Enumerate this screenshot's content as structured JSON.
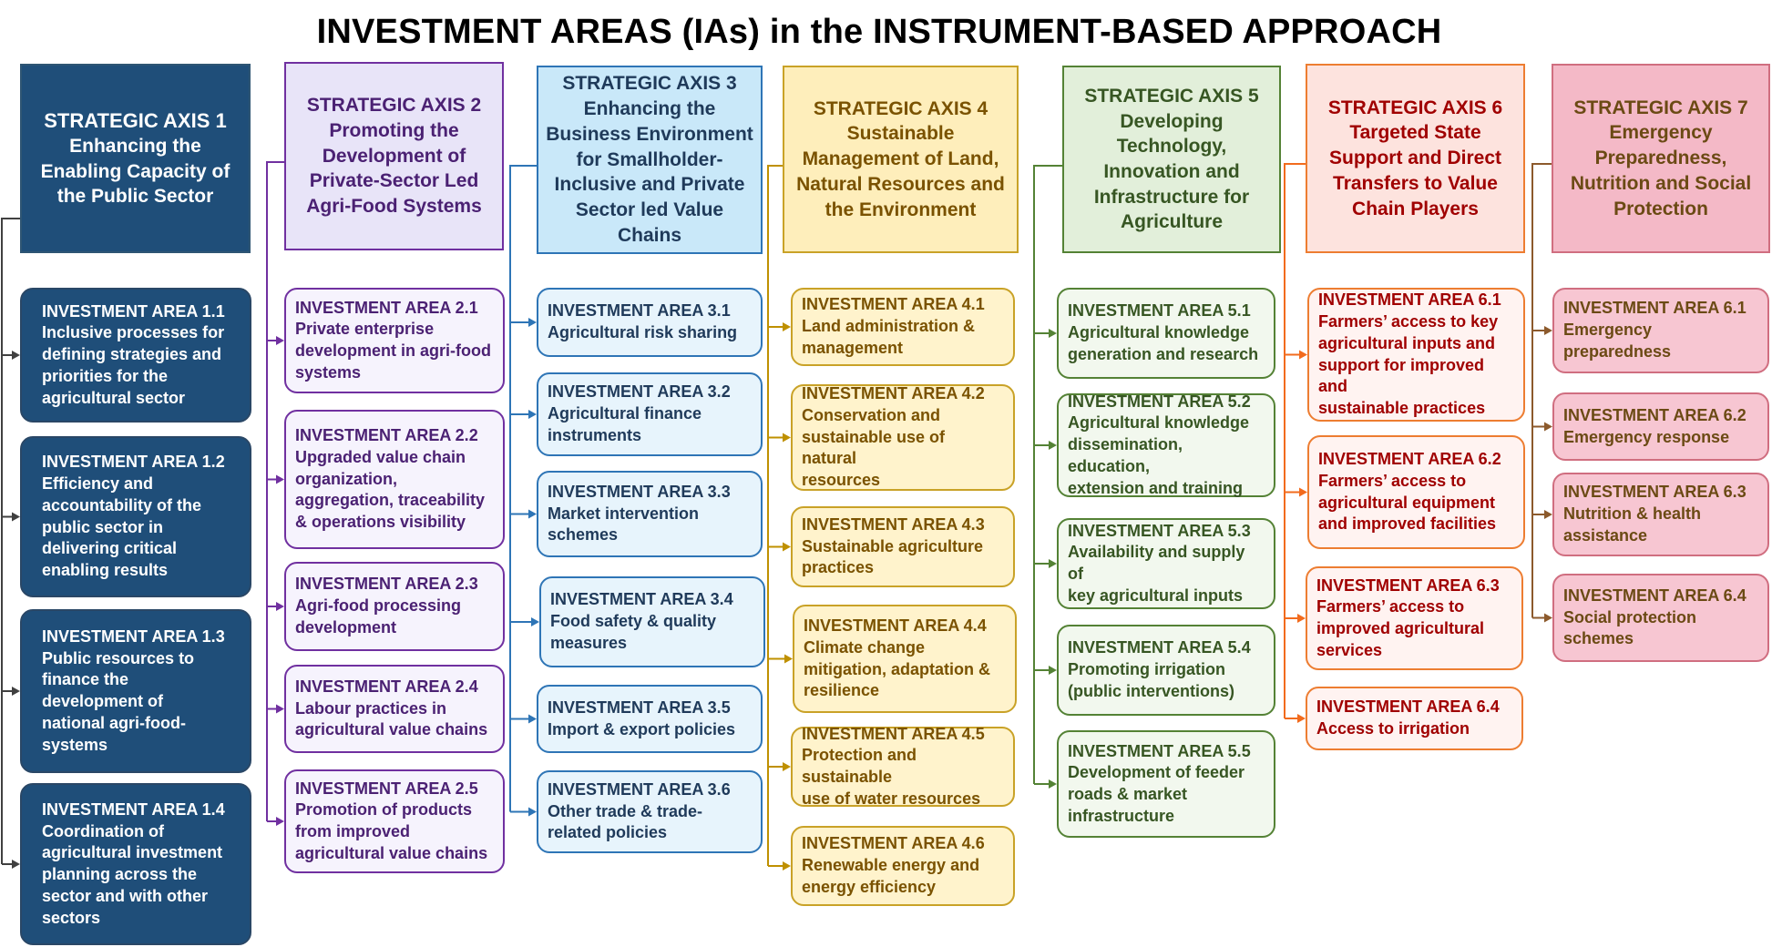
{
  "title": "INVESTMENT AREAS (IAs) in the INSTRUMENT-BASED APPROACH",
  "colors": {
    "axis1": {
      "fill": "#1f4e79",
      "border": "#2e5573",
      "text": "#ffffff",
      "line": "#404040"
    },
    "axis2": {
      "fill": "#e8e4f8",
      "border": "#7030a0",
      "text": "#4b2173",
      "itemfill": "#f6f3fd",
      "line": "#7030a0"
    },
    "axis3": {
      "fill": "#c9e8f9",
      "border": "#2e75b6",
      "text": "#1f3a5a",
      "itemfill": "#e7f4fc",
      "line": "#2e75b6"
    },
    "axis4": {
      "fill": "#feeebb",
      "border": "#c9a227",
      "text": "#7a5200",
      "itemfill": "#fff3cc",
      "line": "#bf9000"
    },
    "axis5": {
      "fill": "#e2efda",
      "border": "#548235",
      "text": "#375623",
      "itemfill": "#f2f8ee",
      "line": "#548235"
    },
    "axis6": {
      "fill": "#fde3de",
      "border": "#ed7d31",
      "text": "#a00000",
      "itemfill": "#fff3f1",
      "line": "#f26b1d"
    },
    "axis7": {
      "fill": "#f4b9c7",
      "border": "#d06e80",
      "text": "#6b4a14",
      "itemfill": "#f7c6d2",
      "line": "#8c5a2c"
    }
  },
  "axes": [
    {
      "id": "axis1",
      "lines": [
        "STRATEGIC AXIS 1",
        "Enhancing the",
        "Enabling Capacity of",
        "the Public Sector"
      ],
      "items": [
        {
          "lines": [
            "INVESTMENT AREA 1.1",
            "Inclusive processes for",
            "defining strategies and",
            "priorities for the",
            "agricultural sector"
          ]
        },
        {
          "lines": [
            "INVESTMENT AREA 1.2",
            "Efficiency and",
            "accountability of the",
            "public sector in",
            "delivering critical",
            "enabling results"
          ]
        },
        {
          "lines": [
            "INVESTMENT AREA 1.3",
            "Public resources to",
            "finance the",
            "development of",
            "national agri-food-",
            "systems"
          ]
        },
        {
          "lines": [
            "INVESTMENT AREA 1.4",
            "Coordination of",
            "agricultural investment",
            "planning across the",
            "sector and with other",
            "sectors"
          ]
        }
      ]
    },
    {
      "id": "axis2",
      "lines": [
        "STRATEGIC AXIS 2",
        "Promoting the",
        "Development of",
        "Private-Sector Led",
        "Agri-Food Systems"
      ],
      "items": [
        {
          "lines": [
            "INVESTMENT AREA 2.1",
            "Private enterprise",
            "development in agri-food",
            "systems"
          ]
        },
        {
          "lines": [
            "INVESTMENT AREA 2.2",
            "Upgraded value chain",
            "organization,",
            "aggregation, traceability",
            "&  operations visibility"
          ]
        },
        {
          "lines": [
            "INVESTMENT AREA 2.3",
            "Agri-food processing",
            "development"
          ]
        },
        {
          "lines": [
            "INVESTMENT AREA 2.4",
            "Labour practices in",
            "agricultural value chains"
          ]
        },
        {
          "lines": [
            "INVESTMENT AREA 2.5",
            "Promotion of products",
            "from improved",
            "agricultural value chains"
          ]
        }
      ]
    },
    {
      "id": "axis3",
      "lines": [
        "STRATEGIC AXIS 3",
        "Enhancing the",
        "Business Environment",
        "for Smallholder-",
        "Inclusive and Private",
        "Sector led Value",
        "Chains"
      ],
      "items": [
        {
          "lines": [
            "INVESTMENT AREA 3.1",
            "Agricultural risk sharing"
          ]
        },
        {
          "lines": [
            "INVESTMENT AREA 3.2",
            "Agricultural finance",
            "instruments"
          ]
        },
        {
          "lines": [
            "INVESTMENT AREA 3.3",
            "Market intervention",
            "schemes"
          ]
        },
        {
          "lines": [
            "INVESTMENT AREA 3.4",
            "Food safety & quality",
            "measures"
          ]
        },
        {
          "lines": [
            "INVESTMENT AREA 3.5",
            "Import & export policies"
          ]
        },
        {
          "lines": [
            "INVESTMENT AREA 3.6",
            "Other trade & trade-",
            "related policies"
          ]
        }
      ]
    },
    {
      "id": "axis4",
      "lines": [
        "STRATEGIC AXIS 4",
        "Sustainable",
        "Management of Land,",
        "Natural Resources and",
        "the Environment"
      ],
      "items": [
        {
          "lines": [
            "INVESTMENT AREA 4.1",
            "Land administration &",
            "management"
          ]
        },
        {
          "lines": [
            "INVESTMENT AREA 4.2",
            "Conservation and",
            "sustainable use of natural",
            "resources"
          ]
        },
        {
          "lines": [
            "INVESTMENT AREA 4.3",
            "Sustainable agriculture",
            "practices"
          ]
        },
        {
          "lines": [
            "INVESTMENT AREA 4.4",
            "Climate change",
            "mitigation, adaptation &",
            "resilience"
          ]
        },
        {
          "lines": [
            "INVESTMENT AREA 4.5",
            "Protection and sustainable",
            "use of water resources"
          ]
        },
        {
          "lines": [
            "INVESTMENT AREA 4.6",
            "Renewable energy and",
            "energy efficiency"
          ]
        }
      ]
    },
    {
      "id": "axis5",
      "lines": [
        "STRATEGIC AXIS 5",
        "Developing",
        "Technology,",
        "Innovation and",
        "Infrastructure for",
        "Agriculture"
      ],
      "items": [
        {
          "lines": [
            "INVESTMENT AREA 5.1",
            "Agricultural knowledge",
            "generation and research"
          ]
        },
        {
          "lines": [
            "INVESTMENT AREA 5.2",
            "Agricultural knowledge",
            "dissemination, education,",
            "extension and training"
          ]
        },
        {
          "lines": [
            "INVESTMENT AREA 5.3",
            "Availability and supply of",
            "key agricultural inputs"
          ]
        },
        {
          "lines": [
            "INVESTMENT AREA 5.4",
            "Promoting irrigation",
            "(public interventions)"
          ]
        },
        {
          "lines": [
            "INVESTMENT AREA 5.5",
            "Development of feeder",
            "roads & market",
            "infrastructure"
          ]
        }
      ]
    },
    {
      "id": "axis6",
      "lines": [
        "STRATEGIC AXIS 6",
        "Targeted State",
        "Support and Direct",
        "Transfers to Value",
        "Chain Players"
      ],
      "items": [
        {
          "lines": [
            "INVESTMENT AREA 6.1",
            "Farmers’ access to key",
            "agricultural inputs and",
            "support for improved and",
            "sustainable practices"
          ]
        },
        {
          "lines": [
            "INVESTMENT AREA 6.2",
            "Farmers’ access to",
            "agricultural equipment",
            "and improved facilities"
          ]
        },
        {
          "lines": [
            "INVESTMENT AREA 6.3",
            "Farmers’ access to",
            "improved agricultural",
            "services"
          ]
        },
        {
          "lines": [
            "INVESTMENT AREA 6.4",
            "Access to irrigation"
          ]
        }
      ]
    },
    {
      "id": "axis7",
      "lines": [
        "STRATEGIC AXIS 7",
        "Emergency",
        "Preparedness,",
        "Nutrition and Social",
        "Protection"
      ],
      "items": [
        {
          "lines": [
            "INVESTMENT AREA 6.1",
            "Emergency",
            "preparedness"
          ]
        },
        {
          "lines": [
            "INVESTMENT AREA 6.2",
            "Emergency response"
          ]
        },
        {
          "lines": [
            "INVESTMENT AREA 6.3",
            "Nutrition & health",
            "assistance"
          ]
        },
        {
          "lines": [
            "INVESTMENT AREA 6.4",
            "Social protection",
            "schemes"
          ]
        }
      ]
    }
  ]
}
